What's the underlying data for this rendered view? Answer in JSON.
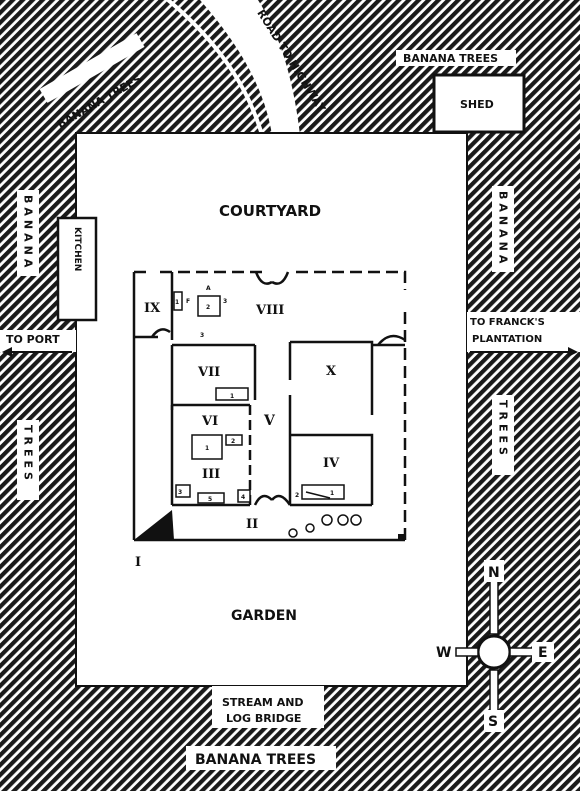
{
  "map": {
    "road": "ROAD TO HIGHWAY",
    "banana_trees_nw": "BANANA TREES",
    "banana_trees_ne": "BANANA TREES",
    "shed": "SHED",
    "courtyard": "COURTYARD",
    "kitchen": "KITCHEN",
    "banana_w": "BANANA",
    "banana_e": "BANANA",
    "trees_w": "TREES",
    "trees_e": "TREES",
    "to_port": "TO PORT",
    "to_franck_1": "TO FRANCK'S",
    "to_franck_2": "PLANTATION",
    "garden": "GARDEN",
    "stream_1": "STREAM AND",
    "stream_2": "LOG BRIDGE",
    "banana_trees_s": "BANANA TREES"
  },
  "rooms": {
    "I": "I",
    "II": "II",
    "III": "III",
    "IV": "IV",
    "V": "V",
    "VI": "VI",
    "VII": "VII",
    "VIII": "VIII",
    "IX": "IX",
    "X": "X"
  },
  "furniture": {
    "a": "A",
    "f": "F",
    "n1": "1",
    "n2": "2",
    "n3": "3",
    "n4": "4",
    "n5": "5",
    "s3": "3"
  },
  "compass": {
    "n": "N",
    "s": "S",
    "e": "E",
    "w": "W"
  }
}
